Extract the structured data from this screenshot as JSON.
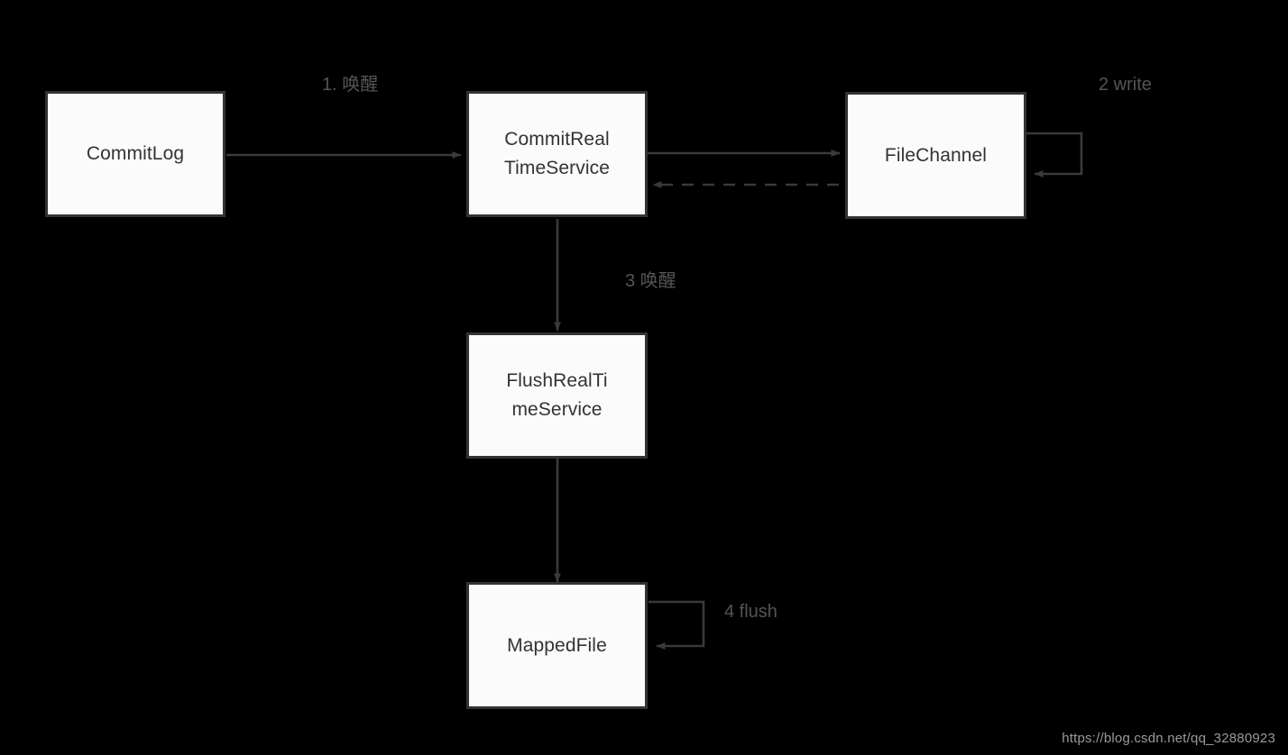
{
  "diagram": {
    "background_color": "#000000",
    "node_fill": "#fbfbfb",
    "node_border_color": "#333333",
    "edge_color": "#3a3a3a",
    "label_color": "#555555",
    "nodes": [
      {
        "id": "commitlog",
        "label": "CommitLog"
      },
      {
        "id": "commitrealtimeservice",
        "label": "CommitReal\nTimeService"
      },
      {
        "id": "filechannel",
        "label": "FileChannel"
      },
      {
        "id": "flushrealtimeservice",
        "label": "FlushRealTi\nmeService"
      },
      {
        "id": "mappedfile",
        "label": "MappedFile"
      }
    ],
    "edge_labels": [
      {
        "id": "edge-label-wake-1",
        "text": "1. 唤醒"
      },
      {
        "id": "edge-label-write-2",
        "text": "2 write"
      },
      {
        "id": "edge-label-wake-3",
        "text": "3 唤醒"
      },
      {
        "id": "edge-label-flush-4",
        "text": "4 flush"
      }
    ]
  },
  "watermark": {
    "text": "https://blog.csdn.net/qq_32880923"
  }
}
